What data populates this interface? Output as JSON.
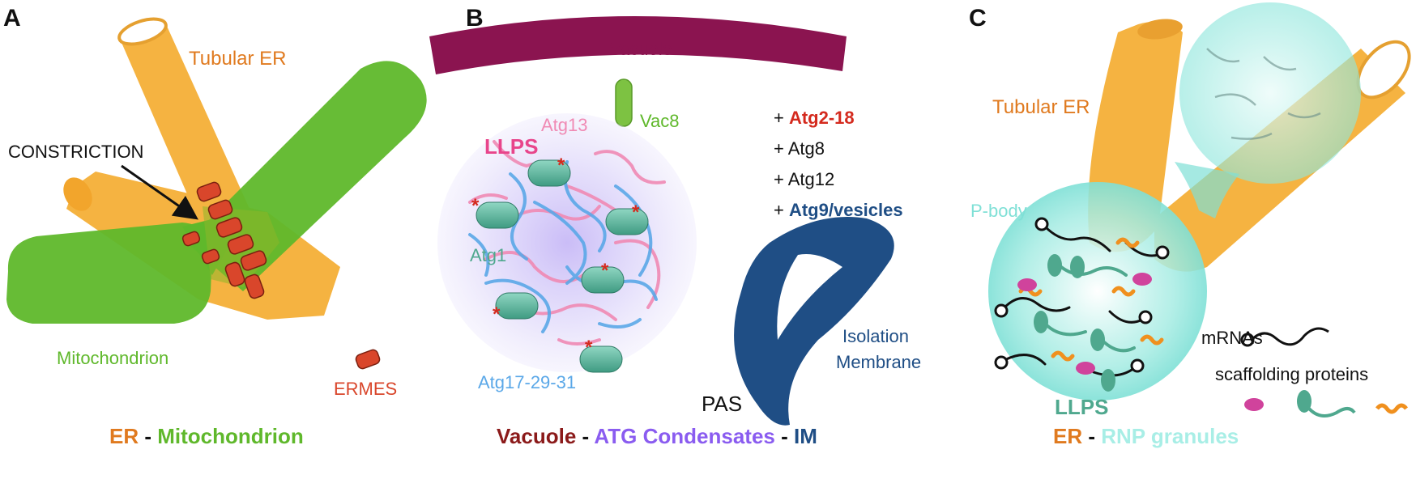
{
  "panel_a": {
    "letter": "A",
    "tubular_er": "Tubular ER",
    "constriction": "CONSTRICTION",
    "mitochondrion": "Mitochondrion",
    "ermes": "ERMES",
    "caption_er": "ER",
    "caption_sep": " - ",
    "caption_mito": "Mitochondrion"
  },
  "panel_b": {
    "letter": "B",
    "vacuole": "Vacuole",
    "vac8": "Vac8",
    "llps": "LLPS",
    "atg13": "Atg13",
    "atg1": "Atg1",
    "atg17": "Atg17-29-31",
    "pas": "PAS",
    "isolation": "Isolation",
    "membrane": "Membrane",
    "plus1": "+ ",
    "atg218": "Atg2-18",
    "atg8": "+ Atg8",
    "atg12": "+ Atg12",
    "plus4": "+ ",
    "atg9": "Atg9/vesicles",
    "caption_vacuole": "Vacuole",
    "caption_sep1": " - ",
    "caption_atg": "ATG Condensates",
    "caption_sep2": " - ",
    "caption_im": "IM"
  },
  "panel_c": {
    "letter": "C",
    "tubular_er": "Tubular ER",
    "pbody": "P-body",
    "mrnas": "mRNAs",
    "scaffolding": "scaffolding proteins",
    "llps": "LLPS",
    "caption_er": "ER",
    "caption_sep": " - ",
    "caption_rnp": "RNP granules"
  },
  "colors": {
    "er_orange": "#F5B341",
    "er_text": "#E07A1F",
    "mito_green": "#5FB82B",
    "ermes_red": "#D9462B",
    "vacuole": "#8B1450",
    "vacuole_caption": "#8B1A1A",
    "llps_pink": "#E8458B",
    "atg13_pink": "#F08AB4",
    "atg1_teal": "#4FA88E",
    "atg17_blue": "#5BA8E8",
    "im_blue": "#1F4E85",
    "atg_purple": "#8A5CF0",
    "atg2_red": "#D42A1E",
    "pbody_cyan": "#7FE0D6",
    "rnp_caption": "#A8EEE6"
  }
}
